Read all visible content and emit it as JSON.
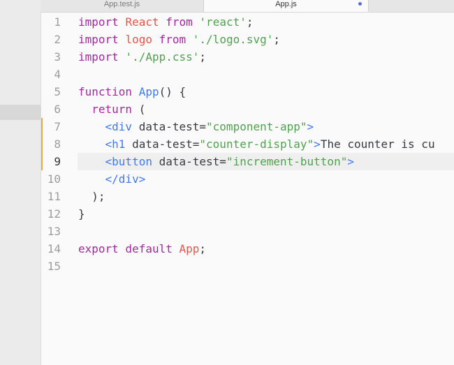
{
  "tabs": [
    {
      "label": "App.test.js",
      "active": false
    },
    {
      "label": "App.js",
      "active": true,
      "modified": true
    }
  ],
  "editor": {
    "current_line": 9,
    "lines": [
      {
        "num": "1",
        "tokens": [
          {
            "t": "import",
            "c": "kw"
          },
          {
            "t": " ",
            "c": "plain"
          },
          {
            "t": "React",
            "c": "id"
          },
          {
            "t": " ",
            "c": "plain"
          },
          {
            "t": "from",
            "c": "kw"
          },
          {
            "t": " ",
            "c": "plain"
          },
          {
            "t": "'react'",
            "c": "str"
          },
          {
            "t": ";",
            "c": "plain"
          }
        ]
      },
      {
        "num": "2",
        "tokens": [
          {
            "t": "import",
            "c": "kw"
          },
          {
            "t": " ",
            "c": "plain"
          },
          {
            "t": "logo",
            "c": "id"
          },
          {
            "t": " ",
            "c": "plain"
          },
          {
            "t": "from",
            "c": "kw"
          },
          {
            "t": " ",
            "c": "plain"
          },
          {
            "t": "'./logo.svg'",
            "c": "str"
          },
          {
            "t": ";",
            "c": "plain"
          }
        ]
      },
      {
        "num": "3",
        "tokens": [
          {
            "t": "import",
            "c": "kw"
          },
          {
            "t": " ",
            "c": "plain"
          },
          {
            "t": "'./App.css'",
            "c": "str"
          },
          {
            "t": ";",
            "c": "plain"
          }
        ]
      },
      {
        "num": "4",
        "tokens": []
      },
      {
        "num": "5",
        "tokens": [
          {
            "t": "function",
            "c": "kw"
          },
          {
            "t": " ",
            "c": "plain"
          },
          {
            "t": "App",
            "c": "fn"
          },
          {
            "t": "() {",
            "c": "plain"
          }
        ]
      },
      {
        "num": "6",
        "tokens": [
          {
            "t": "  ",
            "c": "plain"
          },
          {
            "t": "return",
            "c": "kw"
          },
          {
            "t": " (",
            "c": "plain"
          }
        ]
      },
      {
        "num": "7",
        "modified": true,
        "tokens": [
          {
            "t": "    ",
            "c": "plain"
          },
          {
            "t": "<div",
            "c": "tag"
          },
          {
            "t": " data-test=",
            "c": "plain"
          },
          {
            "t": "\"component-app\"",
            "c": "str"
          },
          {
            "t": ">",
            "c": "tag"
          }
        ]
      },
      {
        "num": "8",
        "modified": true,
        "tokens": [
          {
            "t": "    ",
            "c": "plain"
          },
          {
            "t": "<h1",
            "c": "tag"
          },
          {
            "t": " data-test=",
            "c": "plain"
          },
          {
            "t": "\"counter-display\"",
            "c": "str"
          },
          {
            "t": ">",
            "c": "tag"
          },
          {
            "t": "The counter is cu",
            "c": "plain"
          }
        ]
      },
      {
        "num": "9",
        "modified": true,
        "tokens": [
          {
            "t": "    ",
            "c": "plain"
          },
          {
            "t": "<button",
            "c": "tag"
          },
          {
            "t": " data-test=",
            "c": "plain"
          },
          {
            "t": "\"increment-button\"",
            "c": "str"
          },
          {
            "t": ">",
            "c": "tag"
          }
        ]
      },
      {
        "num": "10",
        "tokens": [
          {
            "t": "    ",
            "c": "plain"
          },
          {
            "t": "</div>",
            "c": "tag"
          }
        ]
      },
      {
        "num": "11",
        "tokens": [
          {
            "t": "  );",
            "c": "plain"
          }
        ]
      },
      {
        "num": "12",
        "tokens": [
          {
            "t": "}",
            "c": "plain"
          }
        ]
      },
      {
        "num": "13",
        "tokens": []
      },
      {
        "num": "14",
        "tokens": [
          {
            "t": "export",
            "c": "kw"
          },
          {
            "t": " ",
            "c": "plain"
          },
          {
            "t": "default",
            "c": "kw"
          },
          {
            "t": " ",
            "c": "plain"
          },
          {
            "t": "App",
            "c": "id"
          },
          {
            "t": ";",
            "c": "plain"
          }
        ]
      },
      {
        "num": "15",
        "tokens": []
      }
    ]
  },
  "colors": {
    "keyword": "#a626a4",
    "identifier": "#e45649",
    "string": "#50a14f",
    "function": "#4078f2",
    "modified_marker": "#e5a94f",
    "unsaved_dot": "#5b6bd8"
  }
}
